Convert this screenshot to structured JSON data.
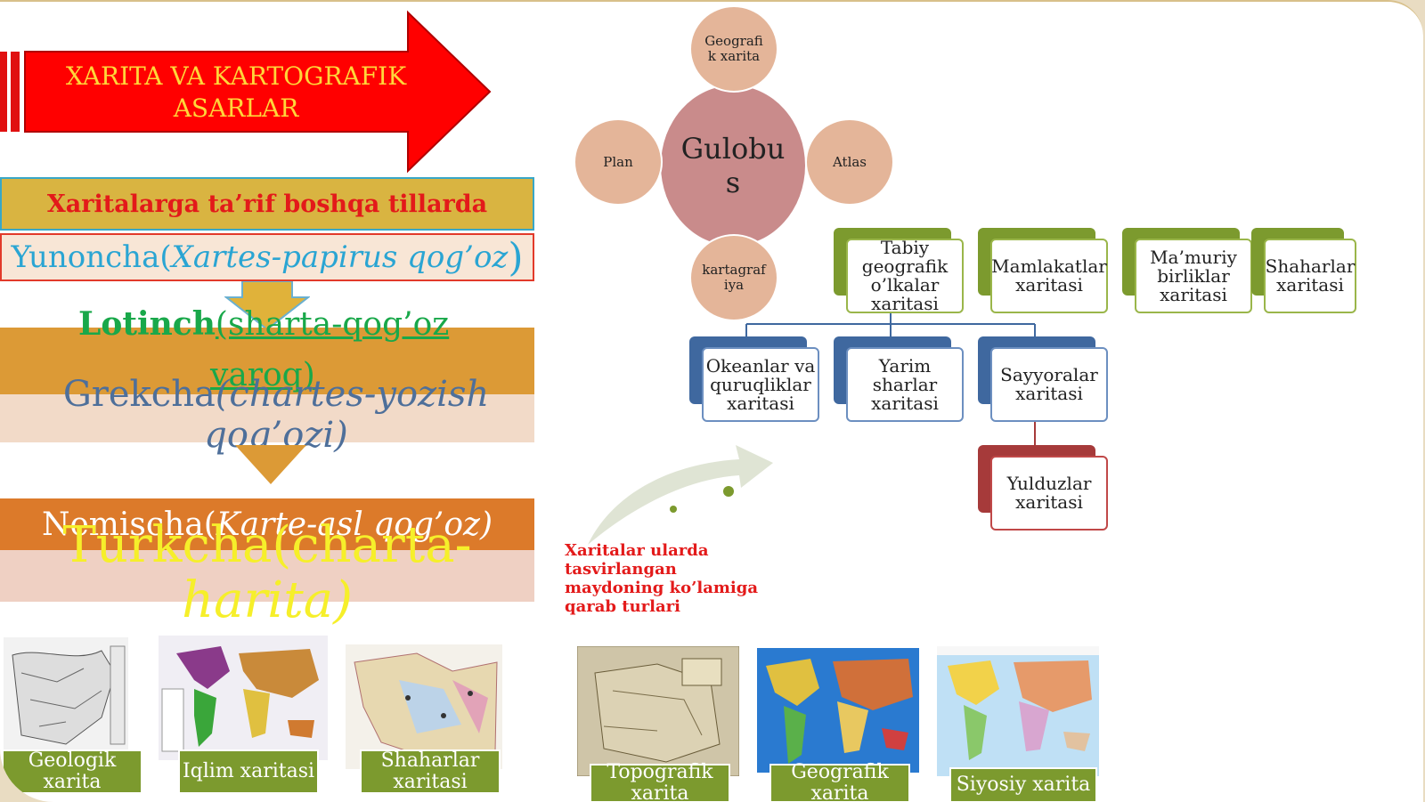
{
  "title": {
    "line1": "XARITA VA  KARTOGRAFIK",
    "line2": "ASARLAR"
  },
  "definitions_header": "Xaritalarga ta’rif boshqa tillarda",
  "languages": {
    "yunoncha": {
      "name": "Yunoncha(",
      "meaning": "Xartes-papirus qog’oz",
      "close": ")"
    },
    "lotincha": {
      "name": "Lotinch",
      "meaning": "(sharta-qog’oz",
      "meaning2": "varoq)"
    },
    "grekcha": {
      "name": "Grekcha",
      "meaning": "(chartes-yozish",
      "meaning2": "qog’ozi)"
    },
    "nemischa": {
      "name": "Nemischa(",
      "meaning": "Karte-asl qog’oz)"
    },
    "turkcha": {
      "line1": "Turkcha(charta-",
      "line2": "harita)"
    }
  },
  "cycle": {
    "center": "Gulobus",
    "top": "Geografik xarita",
    "left": "Plan",
    "right": "Atlas",
    "bottom": "kartagrafiya"
  },
  "hierarchy": {
    "green": [
      "Tabiy geografik o’lkalar xaritasi",
      "Mamlakatlar xaritasi",
      "Ma’muriy birliklar xaritasi",
      "Shaharlar xaritasi"
    ],
    "blue": [
      "Okeanlar va quruqliklar xaritasi",
      "Yarim sharlar xaritasi",
      "Sayyoralar xaritasi"
    ],
    "red": [
      "Yulduzlar xaritasi"
    ]
  },
  "note": "Xaritalar ularda tasvirlangan maydoning ko’lamiga qarab turlari",
  "maps_left": [
    "Geologik xarita",
    "Iqlim xaritasi",
    "Shaharlar xaritasi"
  ],
  "maps_right": [
    "Topografik xarita",
    "Geografik xarita",
    "Siyosiy xarita"
  ],
  "colors": {
    "arrow_red": "#ff0000",
    "accent_green": "#7c9a2e",
    "accent_blue": "#3f689f"
  }
}
